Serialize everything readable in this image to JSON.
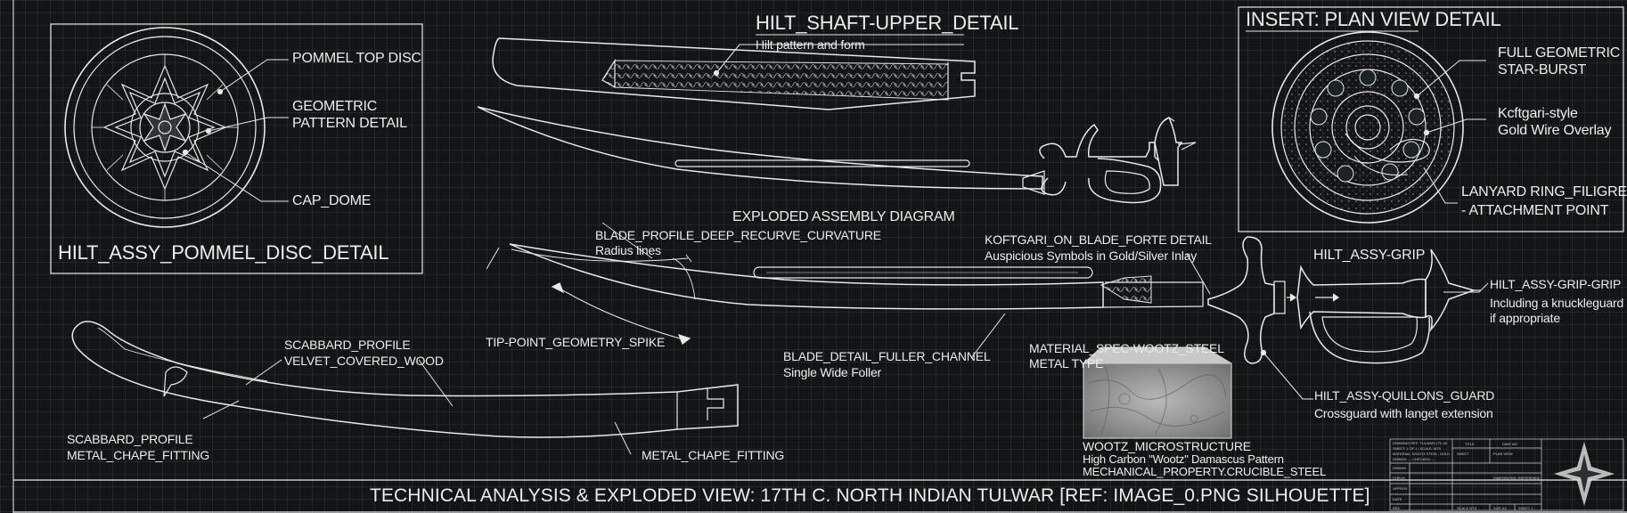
{
  "sheet": {
    "main_title": "TECHNICAL ANALYSIS & EXPLODED VIEW: 17TH C. NORTH INDIAN TULWAR [REF: IMAGE_0.PNG SILHOUETTE]",
    "pommel_panel": {
      "title": "HILT_ASSY_POMMEL_DISC_DETAIL",
      "callouts": {
        "top_disc": "POMMEL TOP DISC",
        "geometric_1": "GEOMETRIC",
        "geometric_2": "PATTERN DETAIL",
        "cap_dome": "CAP_DOME"
      }
    },
    "shaft_detail": {
      "title": "HILT_SHAFT-UPPER_DETAIL",
      "subtitle": "Hilt pattern and form"
    },
    "insert_panel": {
      "title": "INSERT: PLAN VIEW DETAIL",
      "callouts": {
        "starburst_1": "FULL GEOMETRIC",
        "starburst_2": "STAR-BURST",
        "koftgari_1": "Kcftgari-style",
        "koftgari_2": "Gold Wire Overlay",
        "lanyard_1": "LANYARD RING_FILIGREE",
        "lanyard_2": "- ATTACHMENT POINT"
      }
    },
    "exploded": {
      "caption": "EXPLODED ASSEMBLY DIAGRAM",
      "recurve_title": "BLADE_PROFILE_DEEP_RECURVE_CURVATURE",
      "recurve_sub": "Radius lines",
      "tip": "TIP-POINT_GEOMETRY_SPIKE",
      "fuller_title": "BLADE_DETAIL_FULLER_CHANNEL",
      "fuller_sub": "Single Wide Foller",
      "koftgari_title": "KOFTGARI_ON_BLADE_FORTE DETAIL",
      "koftgari_sub": "Auspicious Symbols in Gold/Silver Inlay",
      "grip": "HILT_ASSY-GRIP",
      "grip2_title": "HILT_ASSY-GRIP-GRIP",
      "grip2_sub1": "Including a knuckleguard",
      "grip2_sub2": "if appropriate",
      "quillons_title": "HILT_ASSY-QUILLONS_GUARD",
      "quillons_sub": "Crossguard with langet extension"
    },
    "material": {
      "title": "MATERIAL_SPEC-WOOTZ_STEEL",
      "subtitle": "METAL TYPE",
      "micro_title": "WOOTZ_MICROSTRUCTURE",
      "micro_sub1": "High Carbon \"Wootz\" Damascus Pattern",
      "micro_sub2": "MECHANICAL_PROPERTY.CRUCIBLE_STEEL"
    },
    "scabbard": {
      "profile_1": "SCABBARD_PROFILE",
      "profile_1_sub": "VELVET_COVERED_WOOD",
      "profile_2": "SCABBARD_PROFILE",
      "profile_2_sub": "METAL_CHAPE_FITTING",
      "chape": "METAL_CHAPE_FITTING"
    },
    "title_block": {
      "ref_lines": [
        "DRAWING REF: TULWAR-17C-NI",
        "SHEET: 1 OF 1 / SCALE: NTS",
        "MATERIAL: WOOTZ STEEL, GOLD",
        "DRAWN: ---  CHECKED: ---"
      ],
      "rows": [
        "DRAWN",
        "CHECK",
        "APPROV",
        "DATE",
        "REV"
      ],
      "col_heads": [
        "TITLE",
        "DWG NO"
      ],
      "field_title": "PLAN VIEW",
      "field_mid": "DIMENSIONS: REFERENCE",
      "field_small": "SHEET",
      "bottom": [
        "SCALE NTS",
        "SIZE A3",
        "SHEET 1"
      ]
    },
    "colors": {
      "background": "#111516",
      "ink": "#ececec",
      "grid": "#2a2f31"
    }
  }
}
